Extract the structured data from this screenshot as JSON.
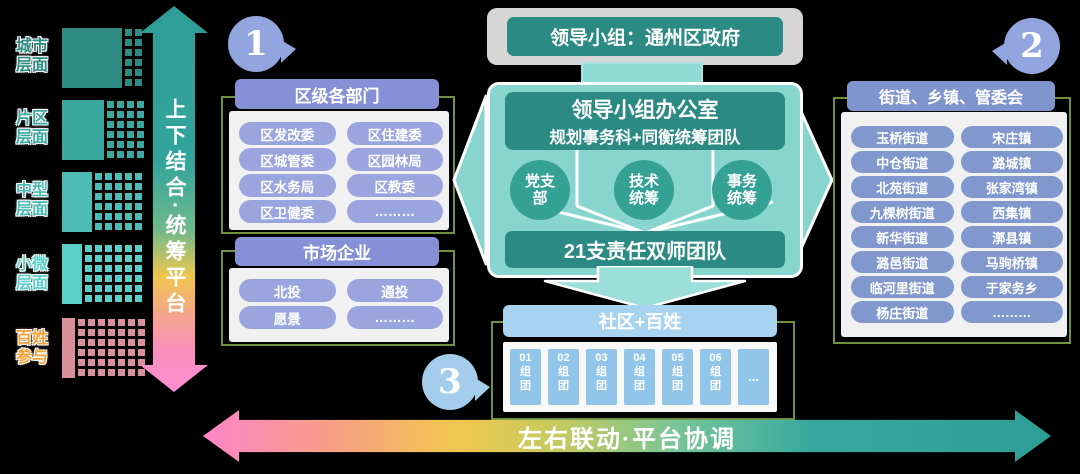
{
  "left_axis": {
    "levels": [
      {
        "line1": "城市",
        "line2": "层面",
        "color": "#2E8B84"
      },
      {
        "line1": "片区",
        "line2": "层面",
        "color": "#3BA89F"
      },
      {
        "line1": "中型",
        "line2": "层面",
        "color": "#4CBCB4"
      },
      {
        "line1": "小微",
        "line2": "层面",
        "color": "#5BD0C9"
      },
      {
        "line1": "百姓",
        "line2": "参与",
        "color": "#D9909A",
        "label_color": "#F5A033"
      }
    ],
    "arrow_label": "上下结合·统筹平台"
  },
  "badges": {
    "one": "1",
    "two": "2",
    "three": "3"
  },
  "left_column": {
    "departments": {
      "title": "区级各部门",
      "items": [
        "区发改委",
        "区住建委",
        "区城管委",
        "区园林局",
        "区水务局",
        "区教委",
        "区卫健委",
        "………"
      ]
    },
    "enterprises": {
      "title": "市场企业",
      "items": [
        "北投",
        "通投",
        "愿景",
        "………"
      ]
    }
  },
  "center": {
    "leader": "领导小组：通州区政府",
    "office_line1": "领导小组办公室",
    "office_line2": "规划事务科+同衡统筹团队",
    "circles": [
      {
        "line1": "党支",
        "line2": "部"
      },
      {
        "line1": "技术",
        "line2": "统筹"
      },
      {
        "line1": "事务",
        "line2": "统筹"
      }
    ],
    "team": "21支责任双师团队"
  },
  "community": {
    "title": "社区+百姓",
    "cells": [
      {
        "num": "01",
        "l2": "组",
        "l3": "团"
      },
      {
        "num": "02",
        "l2": "组",
        "l3": "团"
      },
      {
        "num": "03",
        "l2": "组",
        "l3": "团"
      },
      {
        "num": "04",
        "l2": "组",
        "l3": "团"
      },
      {
        "num": "05",
        "l2": "组",
        "l3": "团"
      },
      {
        "num": "06",
        "l2": "组",
        "l3": "团"
      },
      {
        "num": "...",
        "l2": "",
        "l3": ""
      }
    ]
  },
  "right_column": {
    "title": "街道、乡镇、管委会",
    "items": [
      "玉桥街道",
      "宋庄镇",
      "中仓街道",
      "潞城镇",
      "北苑街道",
      "张家湾镇",
      "九棵树街道",
      "西集镇",
      "新华街道",
      "漷县镇",
      "潞邑街道",
      "马驹桥镇",
      "临河里街道",
      "于家务乡",
      "杨庄街道",
      "………"
    ]
  },
  "bottom_axis": {
    "label": "左右联动·平台协调"
  },
  "colors": {
    "teal_dark": "#2B8A83",
    "teal_circle": "#35A094",
    "teal_container": "#88D5CF",
    "teal_connector": "#90DAD5",
    "purple_header": "#8590D6",
    "purple_pill": "#9AA5E0",
    "steel_pill": "#8198CE",
    "sky_header": "#A7D3F0",
    "sky_cell": "#92C5EA",
    "badge_blue": "#93A5DE",
    "badge_sky": "#A4CDEC",
    "frame_green": "#71913F",
    "gray_box": "#D6D6D6",
    "panel_gray": "#F1F1F2",
    "pink_block": "#D9909A",
    "orange_label": "#F5A033",
    "arrow_pink": "#FD8ED2",
    "arrow_teal": "#2E9D96",
    "arrow_yellow": "#EFC64D"
  }
}
